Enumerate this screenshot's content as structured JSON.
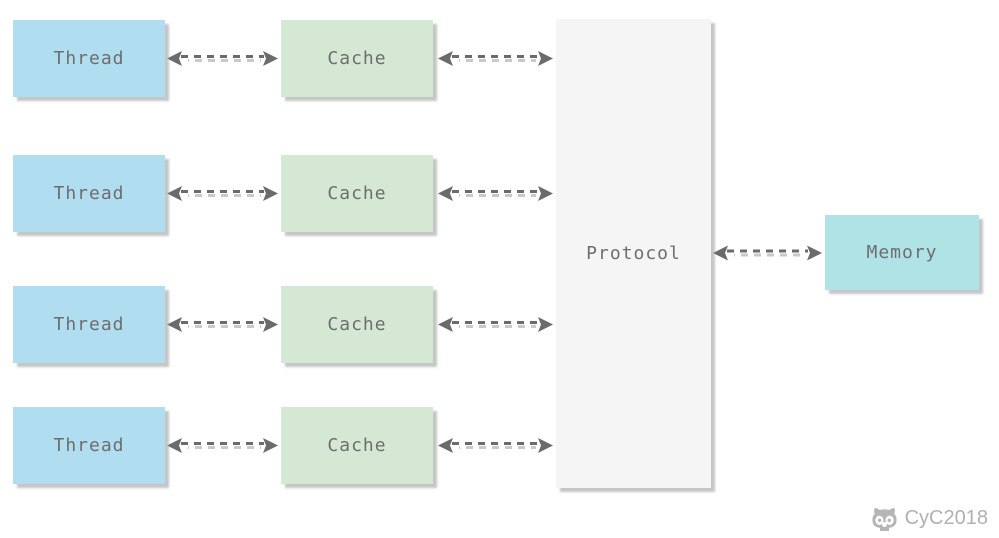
{
  "diagram": {
    "rows": [
      {
        "thread_label": "Thread",
        "cache_label": "Cache"
      },
      {
        "thread_label": "Thread",
        "cache_label": "Cache"
      },
      {
        "thread_label": "Thread",
        "cache_label": "Cache"
      },
      {
        "thread_label": "Thread",
        "cache_label": "Cache"
      }
    ],
    "protocol": {
      "label": "Protocol"
    },
    "memory": {
      "label": "Memory"
    },
    "watermark": {
      "icon": "github-octocat-icon",
      "text": "CyC2018"
    },
    "colors": {
      "thread_fill": "#b1ddf0",
      "cache_fill": "#d5e8d4",
      "protocol_fill": "#f5f5f5",
      "memory_fill": "#b0e3e6",
      "label_text": "#6e6e6e",
      "arrow_dark": "#6b6b6b",
      "arrow_light": "#c9c9c9",
      "watermark": "#b1b1b1"
    }
  }
}
